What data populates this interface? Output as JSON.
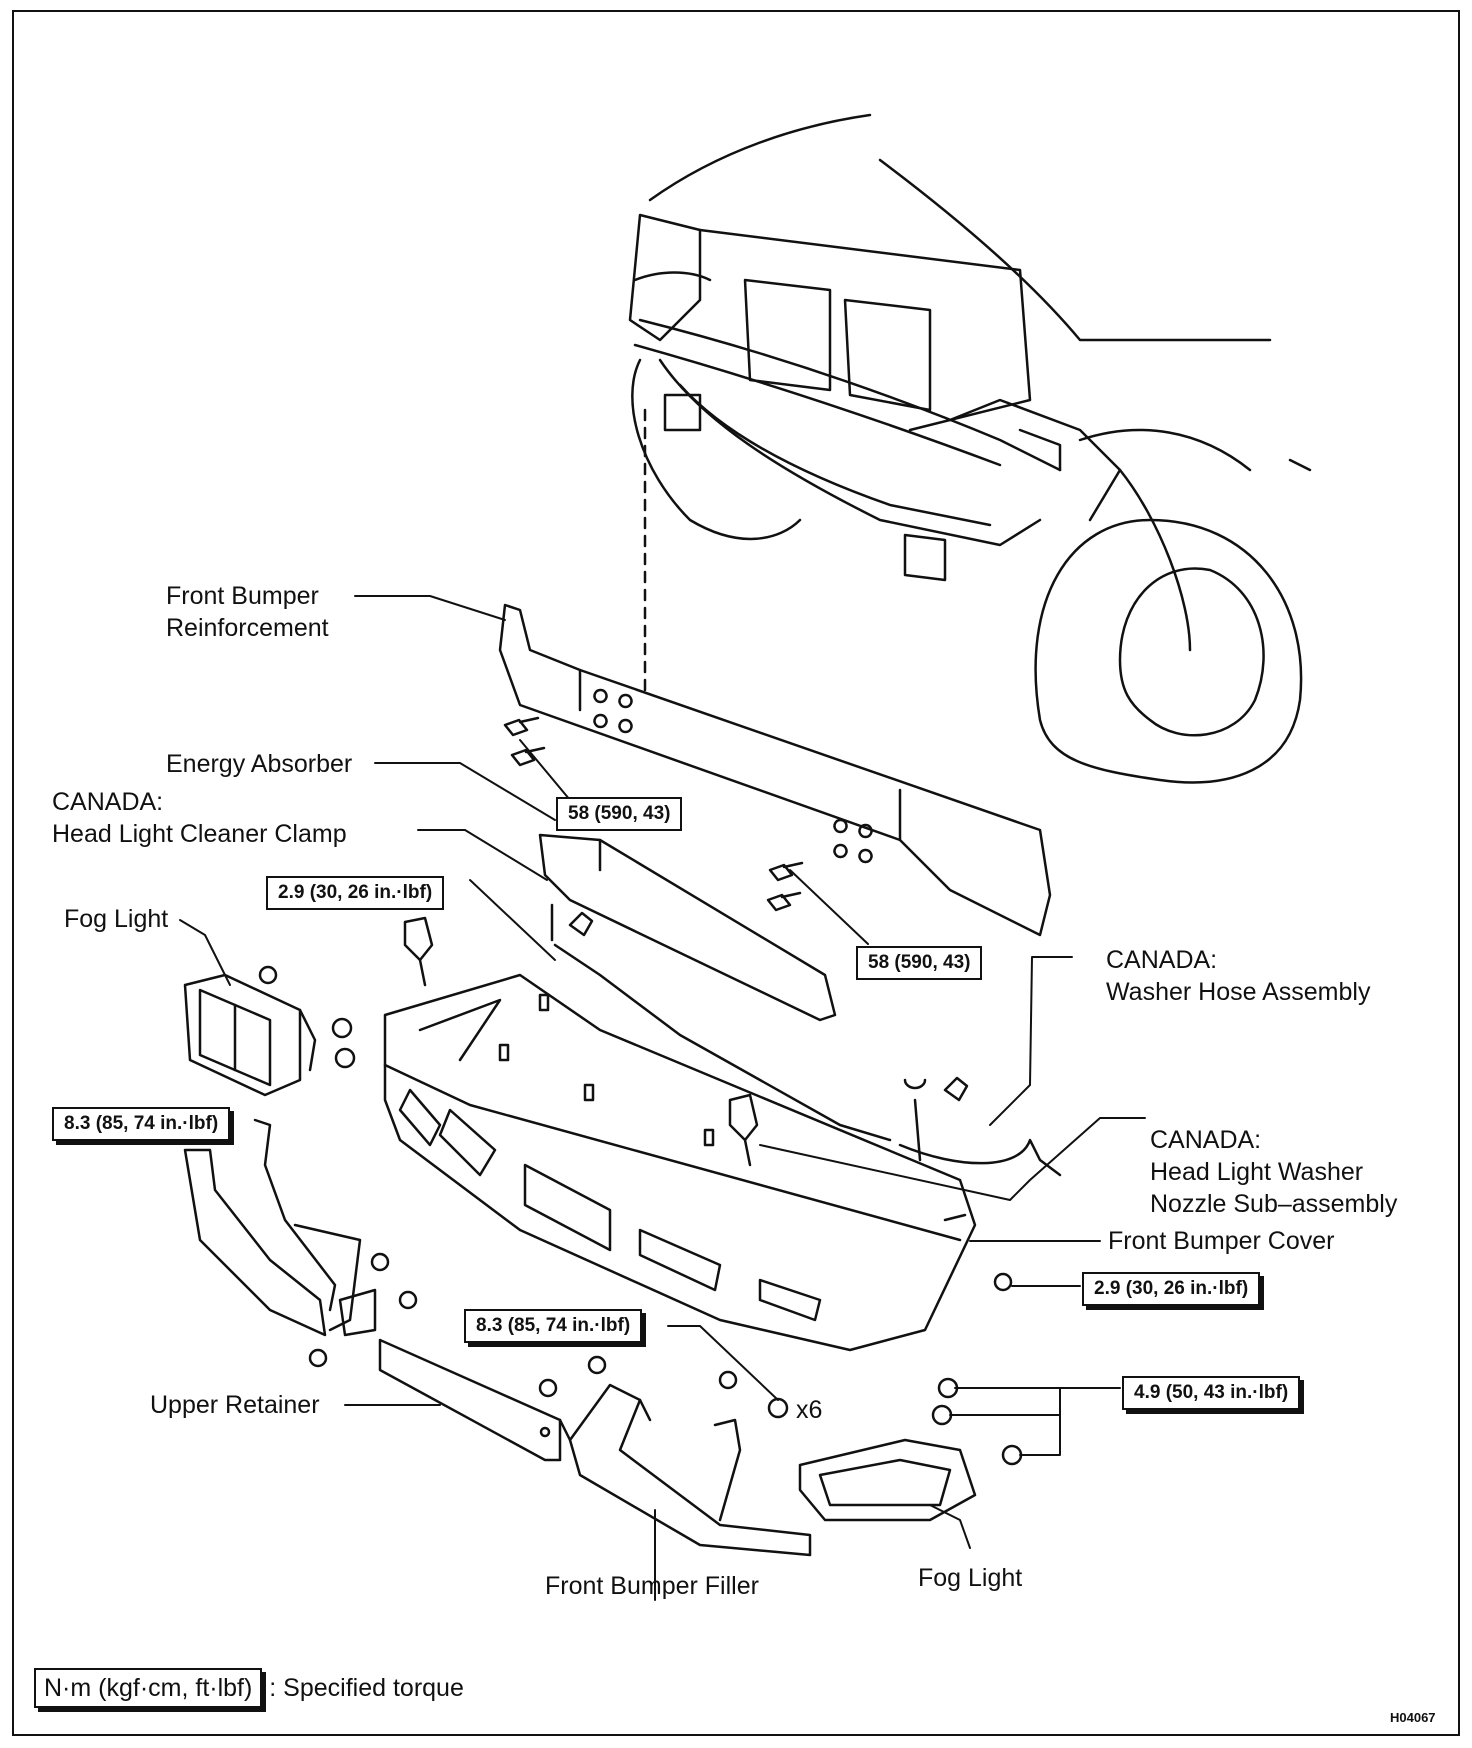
{
  "labels": {
    "front_bumper_reinforcement": [
      "Front Bumper",
      "Reinforcement"
    ],
    "energy_absorber": "Energy Absorber",
    "canada_clamp": [
      "CANADA:",
      "Head Light Cleaner Clamp"
    ],
    "fog_light_left": "Fog Light",
    "canada_washer_hose": [
      "CANADA:",
      "Washer Hose Assembly"
    ],
    "canada_washer_nozzle": [
      "CANADA:",
      "Head Light Washer",
      "Nozzle Sub–assembly"
    ],
    "front_bumper_cover": "Front Bumper Cover",
    "upper_retainer": "Upper Retainer",
    "front_bumper_filler": "Front Bumper Filler",
    "fog_light_right": "Fog Light",
    "x6": "x6"
  },
  "torques": {
    "reinf_bolts_left": "58 (590, 43)",
    "reinf_bolts_right": "58 (590, 43)",
    "clamp_bolt": "2.9 (30, 26 in.·lbf)",
    "fog_left_bolt": "8.3 (85, 74 in.·lbf)",
    "cover_bolt": "2.9 (30, 26 in.·lbf)",
    "retainer_bolts": "8.3 (85, 74 in.·lbf)",
    "fog_right_bolts": "4.9 (50, 43 in.·lbf)"
  },
  "legend": {
    "unit": "N·m (kgf·cm, ft·lbf)",
    "description": ": Specified torque"
  },
  "figure_code": "H04067"
}
